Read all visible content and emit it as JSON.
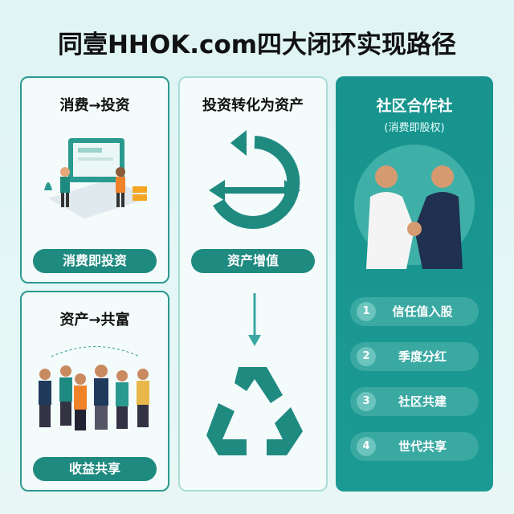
{
  "title": "同壹HHOK.com四大闭环实现路径",
  "card_consume": {
    "heading": "消费→投资",
    "button": "消费即投资"
  },
  "card_asset": {
    "heading": "资产→共富",
    "button": "收益共享"
  },
  "card_invest": {
    "heading": "投资转化为资产",
    "button": "资产增值"
  },
  "card_coop": {
    "heading": "社区合作社",
    "subheading": "(消费即股权)",
    "steps": [
      {
        "num": "1",
        "label": "信任值入股"
      },
      {
        "num": "2",
        "label": "季度分红"
      },
      {
        "num": "3",
        "label": "社区共建"
      },
      {
        "num": "4",
        "label": "世代共享"
      }
    ]
  },
  "colors": {
    "accent": "#1f8a80",
    "panel": "#18938d"
  }
}
